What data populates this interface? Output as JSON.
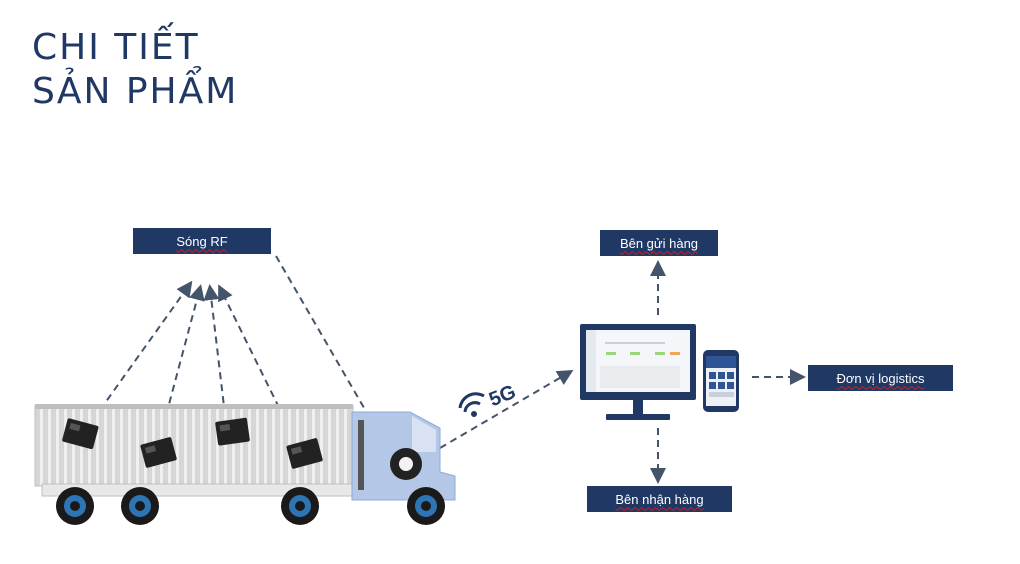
{
  "title": {
    "line1": "CHI TIẾT",
    "line2": "SẢN PHẨM"
  },
  "labels": {
    "rf": "Sóng RF",
    "sender": "Bên gửi hàng",
    "receiver": "Bên nhận hàng",
    "logistics": "Đơn vị logistics",
    "network": "5G"
  },
  "icons": {
    "wifi": "wifi-icon",
    "truck": "truck-icon",
    "monitor": "monitor-icon",
    "phone": "phone-icon",
    "device": "tracker-device-icon"
  },
  "colors": {
    "navy": "#1f3864",
    "arrow": "#44546a",
    "truck_cab": "#b4c7e7",
    "container": "#d9d9d9"
  }
}
